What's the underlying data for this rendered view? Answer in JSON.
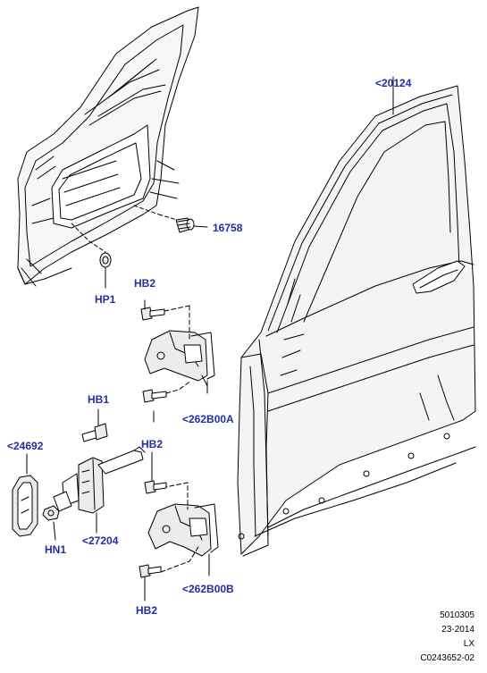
{
  "labels": {
    "door_shell": "<20124",
    "plug": "16758",
    "plug_hp1": "HP1",
    "hinge_bolt_top": "HB2",
    "upper_hinge": "<262B00A",
    "check_bolt": "HB1",
    "hinge_bolt_mid": "HB2",
    "check_cover": "<24692",
    "door_check": "<27204",
    "check_nut": "HN1",
    "lower_hinge": "<262B00B",
    "hinge_bolt_bottom": "HB2"
  },
  "meta": {
    "line1": "5010305",
    "line2": "23-2014",
    "line3": "LX",
    "line4": "C0243652-02"
  },
  "colors": {
    "callout": "#1f2fa3",
    "line": "#000000",
    "part_fill": "#ececec"
  }
}
